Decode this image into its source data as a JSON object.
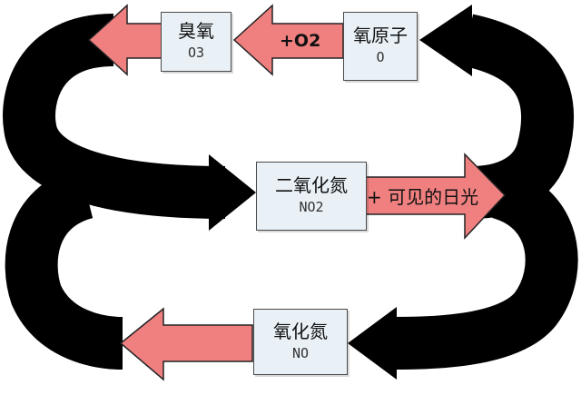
{
  "nodes": {
    "ozone": {
      "name": "臭氧",
      "formula": "O3"
    },
    "atomic_oxygen": {
      "name": "氧原子",
      "formula": "O"
    },
    "nitrogen_dioxide": {
      "name": "二氧化氮",
      "formula": "NO2"
    },
    "nitric_oxide": {
      "name": "氧化氮",
      "formula": "NO"
    }
  },
  "reactions": {
    "plus_o2": "+O2",
    "sunlight": "+ 可见的日光"
  },
  "colors": {
    "cycle_band": "#000000",
    "reaction_arrow": "#f08080",
    "node_fill": "#e9f1f7"
  }
}
